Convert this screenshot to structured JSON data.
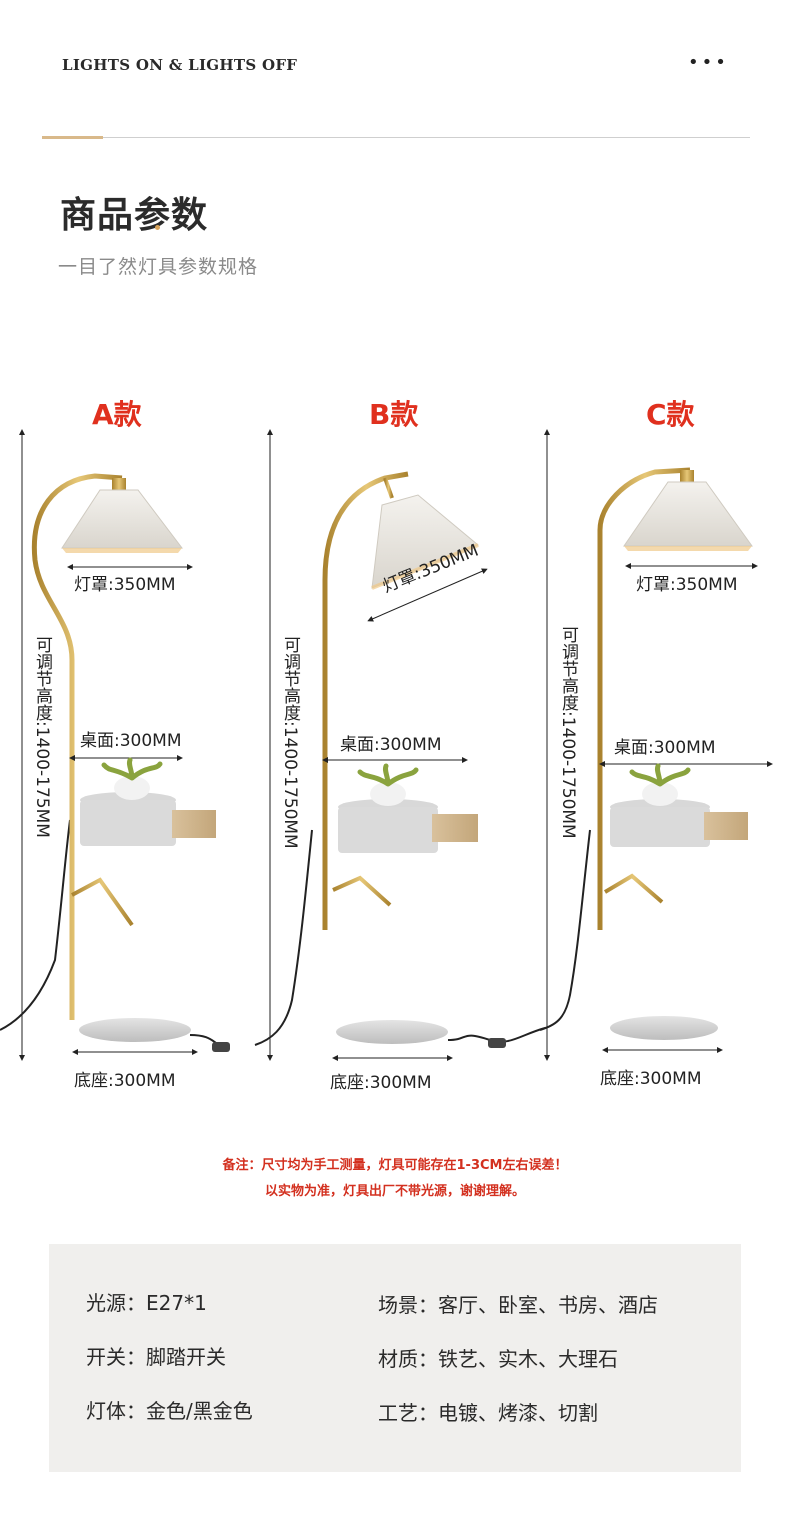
{
  "header": {
    "brand": "LIGHTS ON & LIGHTS OFF",
    "more_icon": "more-dots-icon",
    "title": "商品参数",
    "subtitle": "一目了然灯具参数规格"
  },
  "variants": [
    {
      "label": "A款",
      "shade": "灯罩:350MM",
      "height": "可调节高度:1400-175MM",
      "table": "桌面:300MM",
      "base": "底座:300MM"
    },
    {
      "label": "B款",
      "shade": "灯罩:350MM",
      "height": "可调节高度:1400-1750MM",
      "table": "桌面:300MM",
      "base": "底座:300MM"
    },
    {
      "label": "C款",
      "shade": "灯罩:350MM",
      "height": "可调节高度:1400-1750MM",
      "table": "桌面:300MM",
      "base": "底座:300MM"
    }
  ],
  "note": {
    "line1": "备注：尺寸均为手工测量，灯具可能存在1-3CM左右误差！",
    "line2": "以实物为准，灯具出厂不带光源，谢谢理解。"
  },
  "specs": {
    "light_source": "光源：E27*1",
    "switch": "开关：脚踏开关",
    "body": "灯体：金色/黑金色",
    "scene": "场景：客厅、卧室、书房、酒店",
    "material": "材质：铁艺、实木、大理石",
    "craft": "工艺：电镀、烤漆、切割"
  },
  "colors": {
    "accent_red": "#e0301e",
    "gold": "#c9a44a",
    "panel_bg": "#f0efed"
  }
}
